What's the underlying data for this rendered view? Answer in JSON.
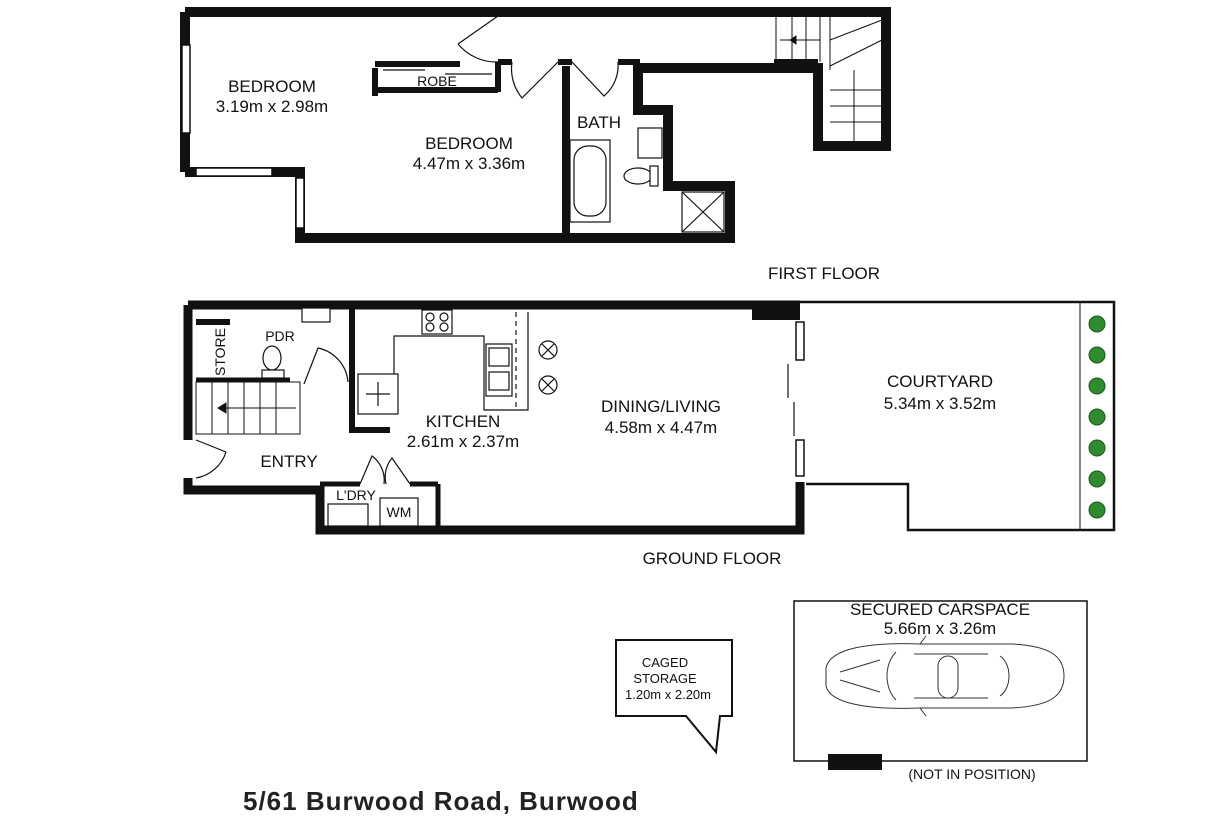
{
  "floors": {
    "first": {
      "heading": "FIRST FLOOR",
      "rooms": {
        "bedroom1": {
          "name": "BEDROOM",
          "size": "3.19m x 2.98m"
        },
        "bedroom2": {
          "name": "BEDROOM",
          "size": "4.47m x 3.36m"
        },
        "robe": {
          "name": "ROBE"
        },
        "bath": {
          "name": "BATH"
        }
      }
    },
    "ground": {
      "heading": "GROUND FLOOR",
      "rooms": {
        "store": {
          "name": "STORE"
        },
        "pdr": {
          "name": "PDR"
        },
        "entry": {
          "name": "ENTRY"
        },
        "laundry": {
          "name": "L'DRY"
        },
        "wm": {
          "name": "WM"
        },
        "kitchen": {
          "name": "KITCHEN",
          "size": "2.61m x 2.37m"
        },
        "dining": {
          "name": "DINING/LIVING",
          "size": "4.58m x 4.47m"
        },
        "courtyard": {
          "name": "COURTYARD",
          "size": "5.34m x 3.52m"
        }
      }
    }
  },
  "storage": {
    "line1": "CAGED",
    "line2": "STORAGE",
    "size": "1.20m x 2.20m"
  },
  "carspace": {
    "name": "SECURED CARSPACE",
    "size": "5.66m x 3.26m",
    "note": "(NOT IN POSITION)"
  },
  "footer": {
    "address": "5/61 Burwood Road, Burwood"
  },
  "colors": {
    "wall": "#111111",
    "plant": "#2e8b2e",
    "outline": "#222222"
  }
}
